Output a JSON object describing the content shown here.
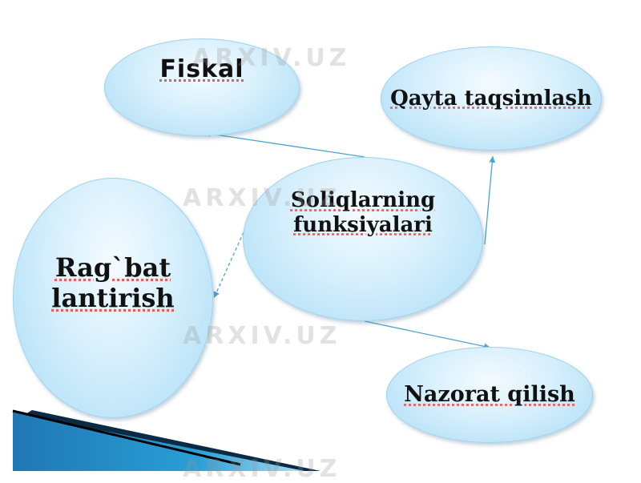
{
  "diagram": {
    "center": "Soliqlarning funksiyalari",
    "nodes": {
      "fiskal": "Fiskal",
      "qayta": "Qayta taqsimlash",
      "ragbat": "Rag`bat lantirish",
      "nazorat": "Nazorat qilish"
    },
    "watermark": "ARXIV.UZ",
    "colors": {
      "node_fill": "#d6effc",
      "node_border": "#9fd2ee",
      "connector": "#4aa3cf",
      "corner_accent": "#1f77b4"
    }
  }
}
